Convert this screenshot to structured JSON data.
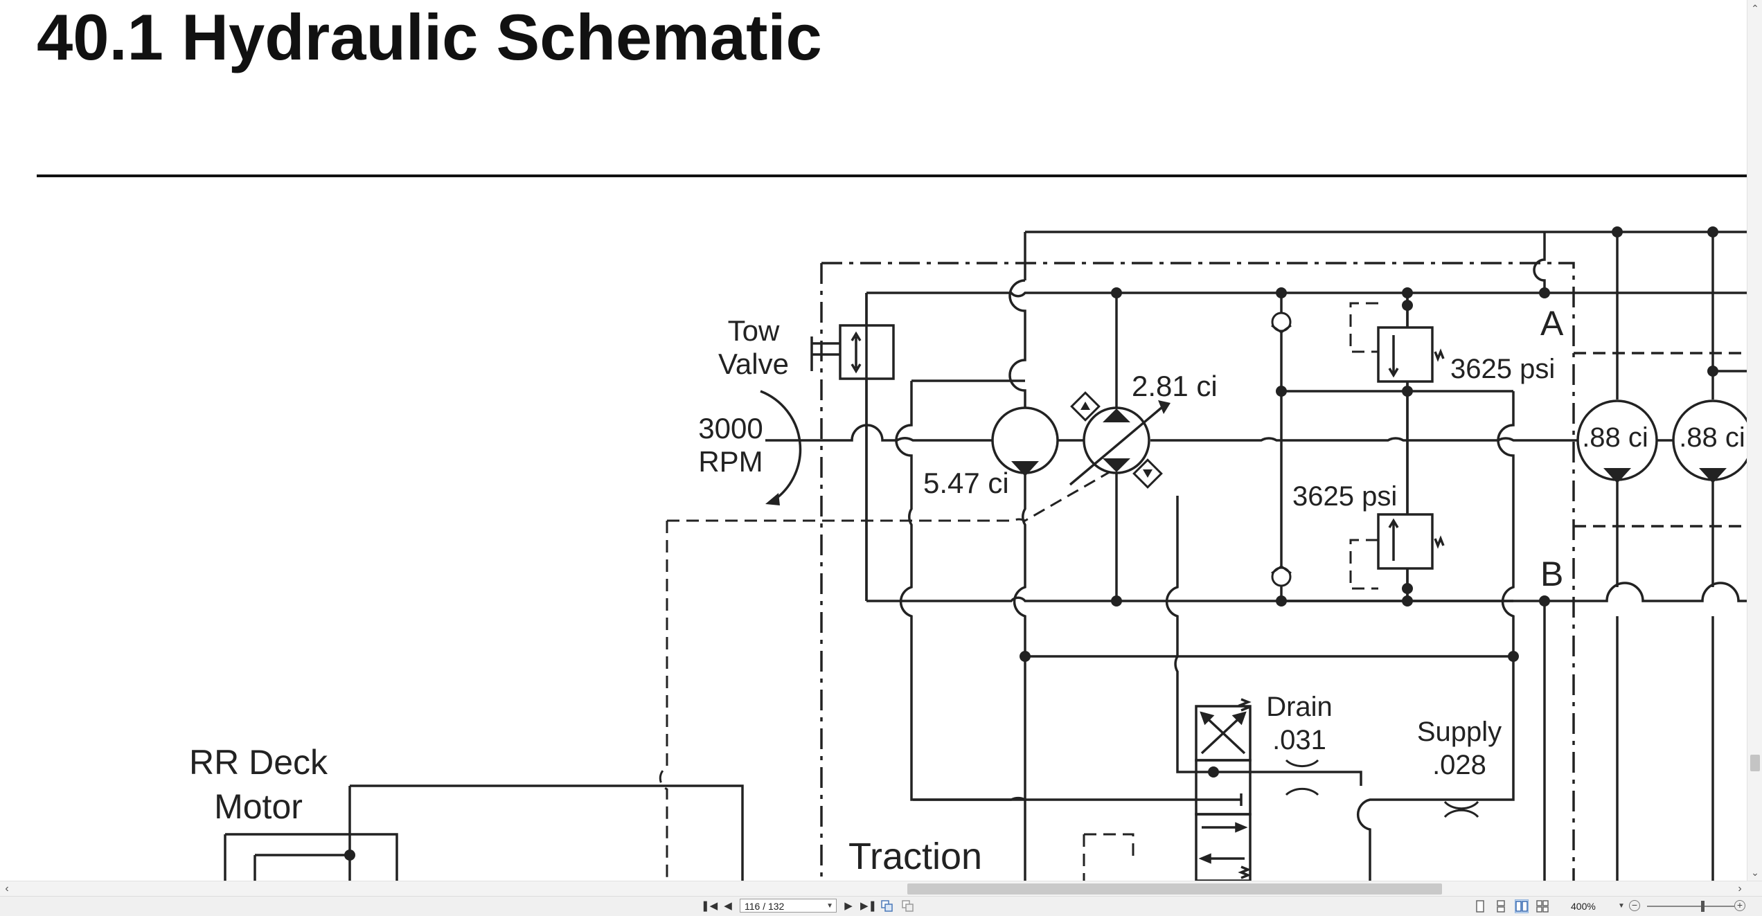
{
  "document": {
    "title": "40.1 Hydraulic Schematic"
  },
  "schematic": {
    "labels": {
      "tow_line1": "Tow",
      "tow_line2": "Valve",
      "rpm_line1": "3000",
      "rpm_line2": "RPM",
      "charge_pump": "5.47 ci",
      "traction_pump": "2.81 ci",
      "relief_a": "3625 psi",
      "relief_b": "3625 psi",
      "port_a": "A",
      "port_b": "B",
      "motor_1": ".88 ci",
      "motor_2": ".88 ci",
      "drain_line1": "Drain",
      "drain_line2": ".031",
      "supply_line1": "Supply",
      "supply_line2": ".028",
      "rr_deck_line1": "RR Deck",
      "rr_deck_line2": "Motor",
      "traction": "Traction"
    }
  },
  "navigation": {
    "page_indicator": "116 / 132",
    "zoom": "400%"
  },
  "colors": {
    "ink": "#222222",
    "toolbar_bg": "#f0f0f0",
    "scroll_thumb": "#c9c9c9"
  },
  "icons": {
    "first_page": "first-page-icon",
    "prev_page": "prev-page-icon",
    "next_page": "next-page-icon",
    "last_page": "last-page-icon"
  }
}
